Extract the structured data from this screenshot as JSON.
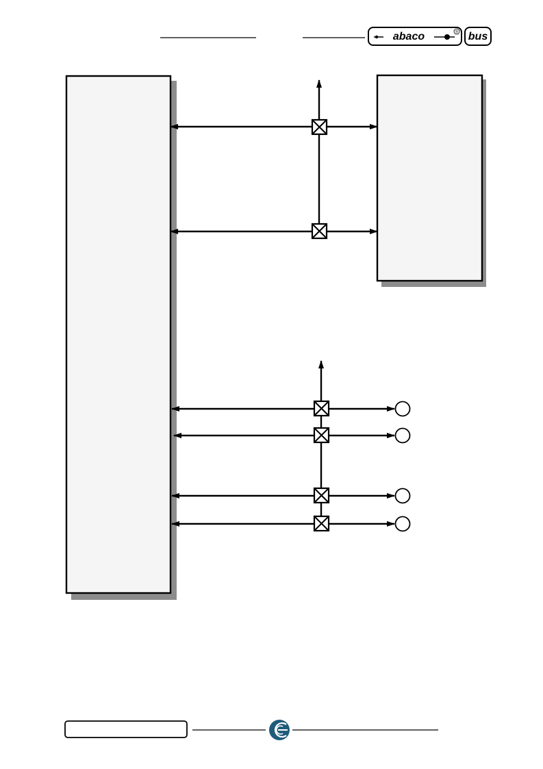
{
  "header": {
    "logo_brand": "abaco",
    "logo_suffix": "bus",
    "registered_mark": "®"
  },
  "footer": {
    "label": "",
    "emblem": "grifo-emblem-icon"
  },
  "colors": {
    "block_fill": "#f5f5f5",
    "shadow": "#8c8c8c",
    "stroke": "#000000",
    "emblem": "#1f5c7a"
  },
  "diagram": {
    "left_block_label": "",
    "right_block_label": "",
    "upper_buses": 2,
    "lower_buses": 4,
    "output_circles": 4
  }
}
